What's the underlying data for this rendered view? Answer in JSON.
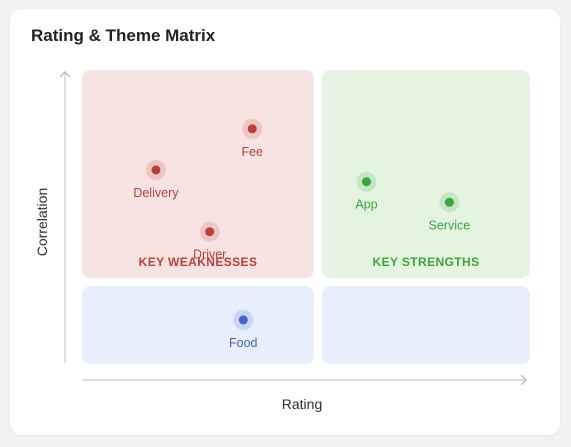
{
  "title": "Rating & Theme Matrix",
  "colors": {
    "weak": "#b8403a",
    "strong": "#3aa53a",
    "neutral": "#3f63c7",
    "weak_bg": "#f8e3e3",
    "strong_bg": "#e4f4e1",
    "neutral_bg": "#e8eefb"
  },
  "chart_data": {
    "type": "scatter",
    "title": "Rating & Theme Matrix",
    "xlabel": "Rating",
    "ylabel": "Correlation",
    "grid": false,
    "quadrants": [
      {
        "id": "top-left",
        "label": "KEY WEAKNESSES",
        "group": "weak"
      },
      {
        "id": "top-right",
        "label": "KEY STRENGTHS",
        "group": "strong"
      },
      {
        "id": "bottom-left",
        "label": "",
        "group": "neutral"
      },
      {
        "id": "bottom-right",
        "label": "",
        "group": "neutral"
      }
    ],
    "points": [
      {
        "name": "Fee",
        "x": 0.76,
        "y": 0.8,
        "group": "weak"
      },
      {
        "name": "Delivery",
        "x": 0.33,
        "y": 0.66,
        "group": "weak"
      },
      {
        "name": "Driver",
        "x": 0.57,
        "y": 0.45,
        "group": "weak"
      },
      {
        "name": "App",
        "x": 1.27,
        "y": 0.62,
        "group": "strong"
      },
      {
        "name": "Service",
        "x": 1.64,
        "y": 0.55,
        "group": "strong"
      },
      {
        "name": "Food",
        "x": 0.72,
        "y": 0.15,
        "group": "neutral"
      }
    ]
  }
}
